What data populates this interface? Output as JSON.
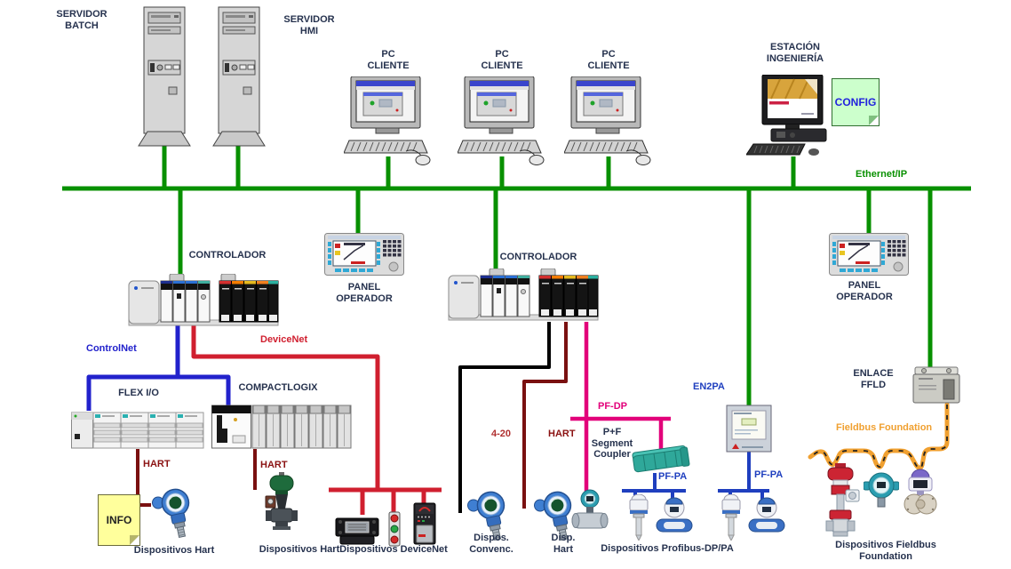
{
  "labels": {
    "servidor_batch": "SERVIDOR\nBATCH",
    "servidor_hmi": "SERVIDOR\nHMI",
    "pc_cliente": "PC\nCLIENTE",
    "estacion_ingenieria": "ESTACIÓN\nINGENIERÍA",
    "config": "CONFIG",
    "ethernet_ip": "Ethernet/IP",
    "controlador": "CONTROLADOR",
    "panel_operador": "PANEL\nOPERADOR",
    "controlnet": "ControlNet",
    "devicenet": "DeviceNet",
    "flex_io": "FLEX I/O",
    "compactlogix": "COMPACTLOGIX",
    "hart": "HART",
    "info": "INFO",
    "senal_4_20": "4-20",
    "pf_dp": "PF-DP",
    "pf_segment_coupler": "P+F\nSegment\nCoupler",
    "pf_pa": "PF-PA",
    "en2pa": "EN2PA",
    "enlace_ffld": "ENLACE\nFFLD",
    "fieldbus_foundation": "Fieldbus Foundation",
    "dispositivos_hart": "Dispositivos Hart",
    "dispositivos_devicenet": "Dispositivos DeviceNet",
    "dispos_convenc": "Dispos.\nConvenc.",
    "disp_hart": "Disp.\nHart",
    "dispositivos_profibus": "Dispositivos Profibus-DP/PA",
    "dispositivos_fieldbus": "Dispositivos Fieldbus Foundation"
  },
  "colors": {
    "ethernet": "#089000",
    "controlnet": "#2222cc",
    "devicenet": "#d01f2f",
    "hart": "#7a1010",
    "signal_4_20": "#000000",
    "pf_dp": "#e2007a",
    "pf_pa": "#1f3fbf",
    "fieldbus": "#f0a030",
    "fieldbus_dash": "#222222",
    "label_default": "#26324e",
    "note_info_bg": "#ffff9c",
    "note_config_bg": "#ccffcc"
  }
}
